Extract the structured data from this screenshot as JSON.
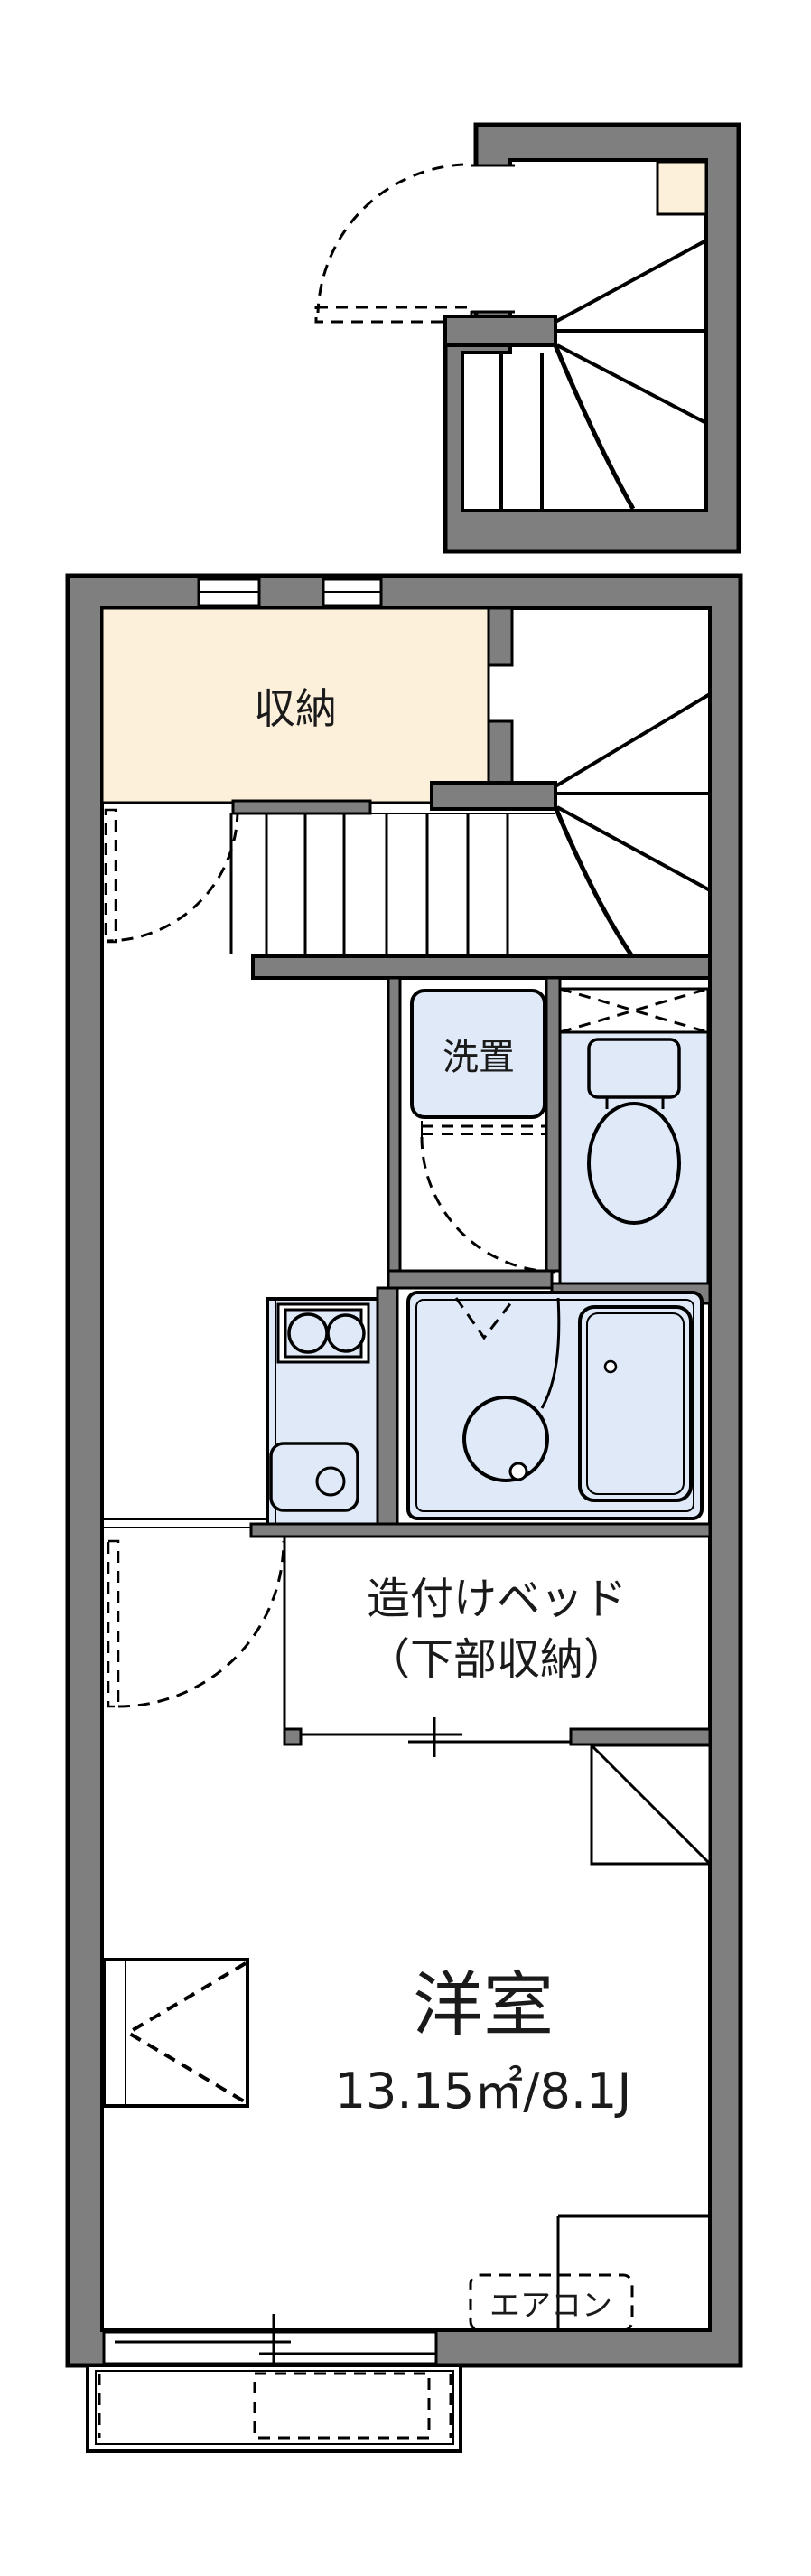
{
  "title": "apartment-floor-plan",
  "labels": {
    "storage": "収納",
    "laundry": "洗置",
    "bed_line1": "造付けベッド",
    "bed_line2": "（下部収納）",
    "room_name": "洋室",
    "room_area": "13.15㎡/8.1J",
    "aircon": "エアコン"
  },
  "colors": {
    "wall": "#7f7f7f",
    "outline": "#000000",
    "storage_fill": "#fcf0da",
    "fixture_fill": "#dfe9f8"
  }
}
